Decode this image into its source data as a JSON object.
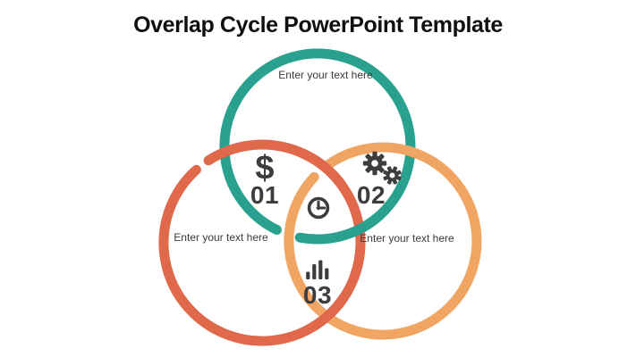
{
  "title": "Overlap Cycle PowerPoint Template",
  "colors": {
    "teal": "#2aa18f",
    "coral": "#e0694c",
    "orange": "#f1a563",
    "dark": "#3d3d3d",
    "text": "#3a3a3a",
    "title": "#0f0f0f",
    "background": "#ffffff"
  },
  "rings": [
    {
      "position": "top",
      "color": "teal",
      "placeholder": "Enter your text here"
    },
    {
      "position": "bottom-left",
      "color": "coral",
      "placeholder": "Enter your text here"
    },
    {
      "position": "bottom-right",
      "color": "orange",
      "placeholder": "Enter your text here"
    }
  ],
  "steps": [
    {
      "number": "01",
      "icon": "dollar-icon",
      "icon_glyph": "$"
    },
    {
      "number": "02",
      "icon": "gears-icon"
    },
    {
      "number": "03",
      "icon": "bar-chart-icon"
    }
  ],
  "center_icon": "clock-icon"
}
